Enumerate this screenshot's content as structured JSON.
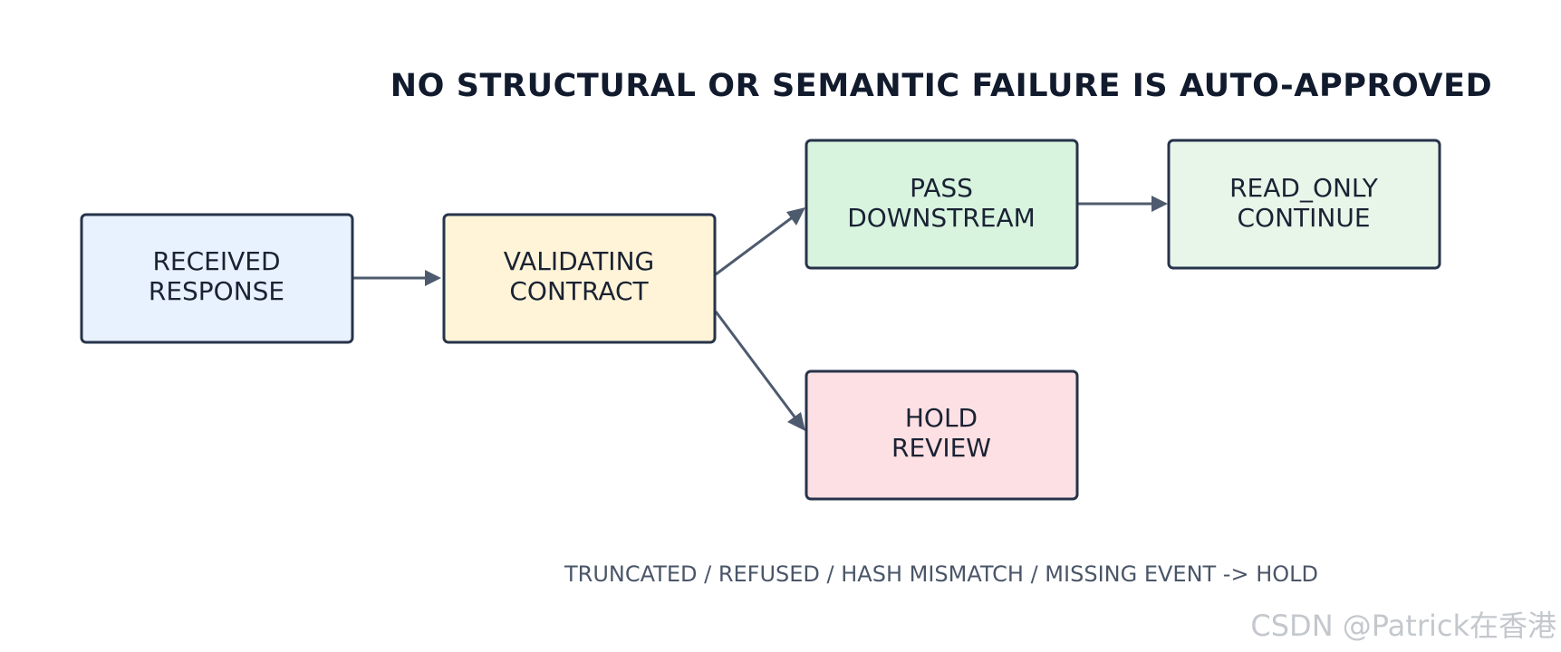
{
  "title": "NO STRUCTURAL OR SEMANTIC FAILURE IS AUTO-APPROVED",
  "nodes": {
    "received": {
      "line1": "RECEIVED",
      "line2": "RESPONSE",
      "fill": "#e8f1fe"
    },
    "validating": {
      "line1": "VALIDATING",
      "line2": "CONTRACT",
      "fill": "#fff4d8"
    },
    "pass": {
      "line1": "PASS",
      "line2": "DOWNSTREAM",
      "fill": "#d8f4df"
    },
    "read_only": {
      "line1": "READ_ONLY",
      "line2": "CONTINUE",
      "fill": "#e8f6ea"
    },
    "hold": {
      "line1": "HOLD",
      "line2": "REVIEW",
      "fill": "#fde0e3"
    }
  },
  "edges": [
    {
      "from": "received",
      "to": "validating"
    },
    {
      "from": "validating",
      "to": "pass"
    },
    {
      "from": "validating",
      "to": "hold"
    },
    {
      "from": "pass",
      "to": "read_only"
    }
  ],
  "footnote": "TRUNCATED / REFUSED / HASH MISMATCH / MISSING EVENT -> HOLD",
  "watermark": "CSDN @Patrick在香港"
}
